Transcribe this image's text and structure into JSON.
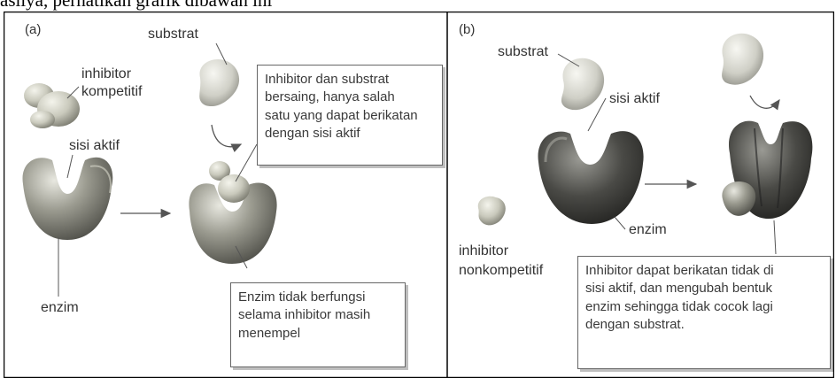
{
  "heading": "asilya, perhatikan grafik dibawah ini",
  "panel_a": {
    "label": "(a)",
    "substrat": "substrat",
    "inhibitor_line1": "inhibitor",
    "inhibitor_line2": "kompetitif",
    "sisi_aktif": "sisi aktif",
    "enzim": "enzim",
    "callout_top": [
      "Inhibitor dan substrat",
      "bersaing, hanya salah",
      "satu yang dapat berikatan",
      "dengan sisi aktif"
    ],
    "callout_bottom": [
      "Enzim tidak berfungsi",
      "selama inhibitor masih",
      "menempel"
    ]
  },
  "panel_b": {
    "label": "(b)",
    "substrat": "substrat",
    "sisi_aktif": "sisi aktif",
    "enzim": "enzim",
    "inhibitor_line1": "inhibitor",
    "inhibitor_line2": "nonkompetitif",
    "callout": [
      "Inhibitor dapat berikatan tidak di",
      "sisi aktif, dan mengubah bentuk",
      "enzim sehingga tidak cocok lagi",
      "dengan substrat."
    ]
  },
  "colors": {
    "enzyme_light": "#e6e6da",
    "enzyme_mid": "#9a9a8c",
    "enzyme_dark": "#3c3c36",
    "border": "#000000"
  }
}
